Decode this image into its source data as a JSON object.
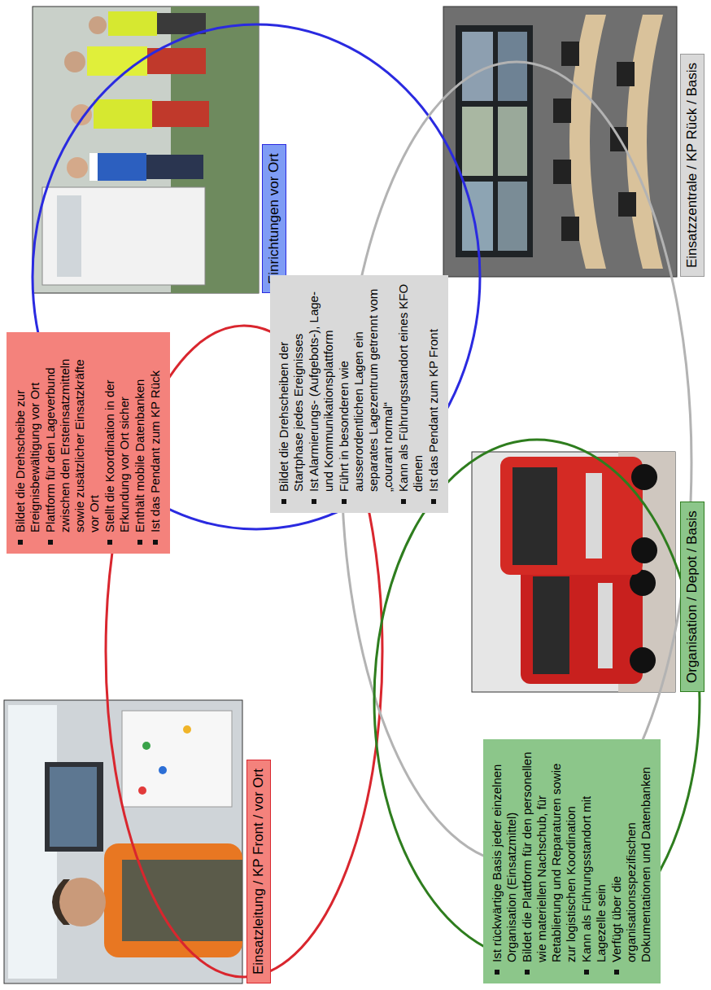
{
  "diagram": {
    "nodes": [
      {
        "text": [
          "Einsatzleitung / KP Front / vor Ort"
        ]
      },
      {
        "text": [
          "Bildet die Drehscheibe zur Ereignisbewältigung vor Ort",
          "Plattform für den Lageverbund zwischen den Ersteinsatzmitteln sowie zusätzlicher Einsatzkräfte vor Ort",
          "Stellt die Koordination in der Erkundung vor Ort sicher",
          "Enthält mobile Datenbanken",
          "Ist das Pendant zum KP Rück"
        ]
      },
      {
        "text": [
          "Einrichtungen vor Ort"
        ]
      },
      {
        "text": [
          "Bildet die Drehscheiben der Startphase jedes Ereignisses",
          "Ist Alarmierungs- (Aufgebots-), Lage- und Kommunikationsplattform",
          "Führt in besonderen wie ausserordentlichen Lagen ein separates Lagezentrum getrennt vom „courant normal“",
          "Kann als Führungsstandort eines KFO dienen",
          "Ist das Pendant zum KP Front"
        ]
      },
      {
        "text": [
          "Ist rückwärtige Basis jeder einzelnen Organisation (Einsatzmittel)",
          "Bildet die Plattform für den personellen wie materiellen Nachschub, für Retablierung und Reparaturen sowie zur logistischen Koordination",
          "Kann als Führungsstandort mit Lagezelle sein",
          "Verfügt über die organisationsspezifischen Dokumentationen und Datenbanken"
        ]
      },
      {
        "text": [
          "Organisation / Depot / Basis"
        ]
      },
      {
        "text": [
          "Einsatzzentrale / KP Rück / Basis"
        ]
      }
    ]
  }
}
